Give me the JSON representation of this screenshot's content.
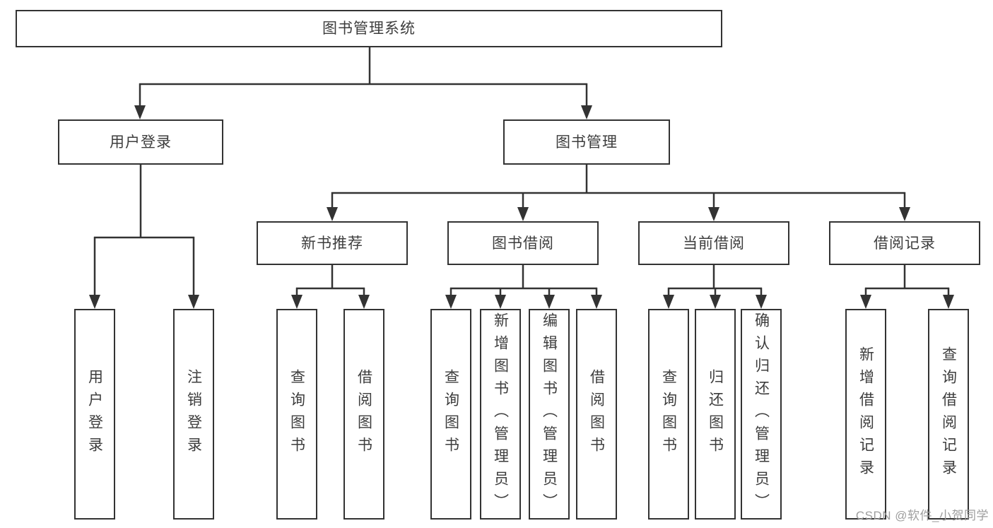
{
  "tree": {
    "root": {
      "label": "图书管理系统"
    },
    "branches": [
      {
        "label": "用户登录",
        "children": [
          {
            "label": "用户登录"
          },
          {
            "label": "注销登录"
          }
        ]
      },
      {
        "label": "图书管理",
        "children": [
          {
            "label": "新书推荐",
            "children": [
              {
                "label": "查询图书"
              },
              {
                "label": "借阅图书"
              }
            ]
          },
          {
            "label": "图书借阅",
            "children": [
              {
                "label": "查询图书"
              },
              {
                "label": "新增图书（管理员）"
              },
              {
                "label": "编辑图书（管理员）"
              },
              {
                "label": "借阅图书"
              }
            ]
          },
          {
            "label": "当前借阅",
            "children": [
              {
                "label": "查询图书"
              },
              {
                "label": "归还图书"
              },
              {
                "label": "确认归还（管理员）"
              }
            ]
          },
          {
            "label": "借阅记录",
            "children": [
              {
                "label": "新增借阅记录"
              },
              {
                "label": "查询借阅记录"
              }
            ]
          }
        ]
      }
    ]
  },
  "watermark": "CSDN @软件_小贺同学",
  "colors": {
    "line": "#333333",
    "text": "#3d3d3d",
    "watermark": "#9e9e9e",
    "background": "#ffffff"
  }
}
